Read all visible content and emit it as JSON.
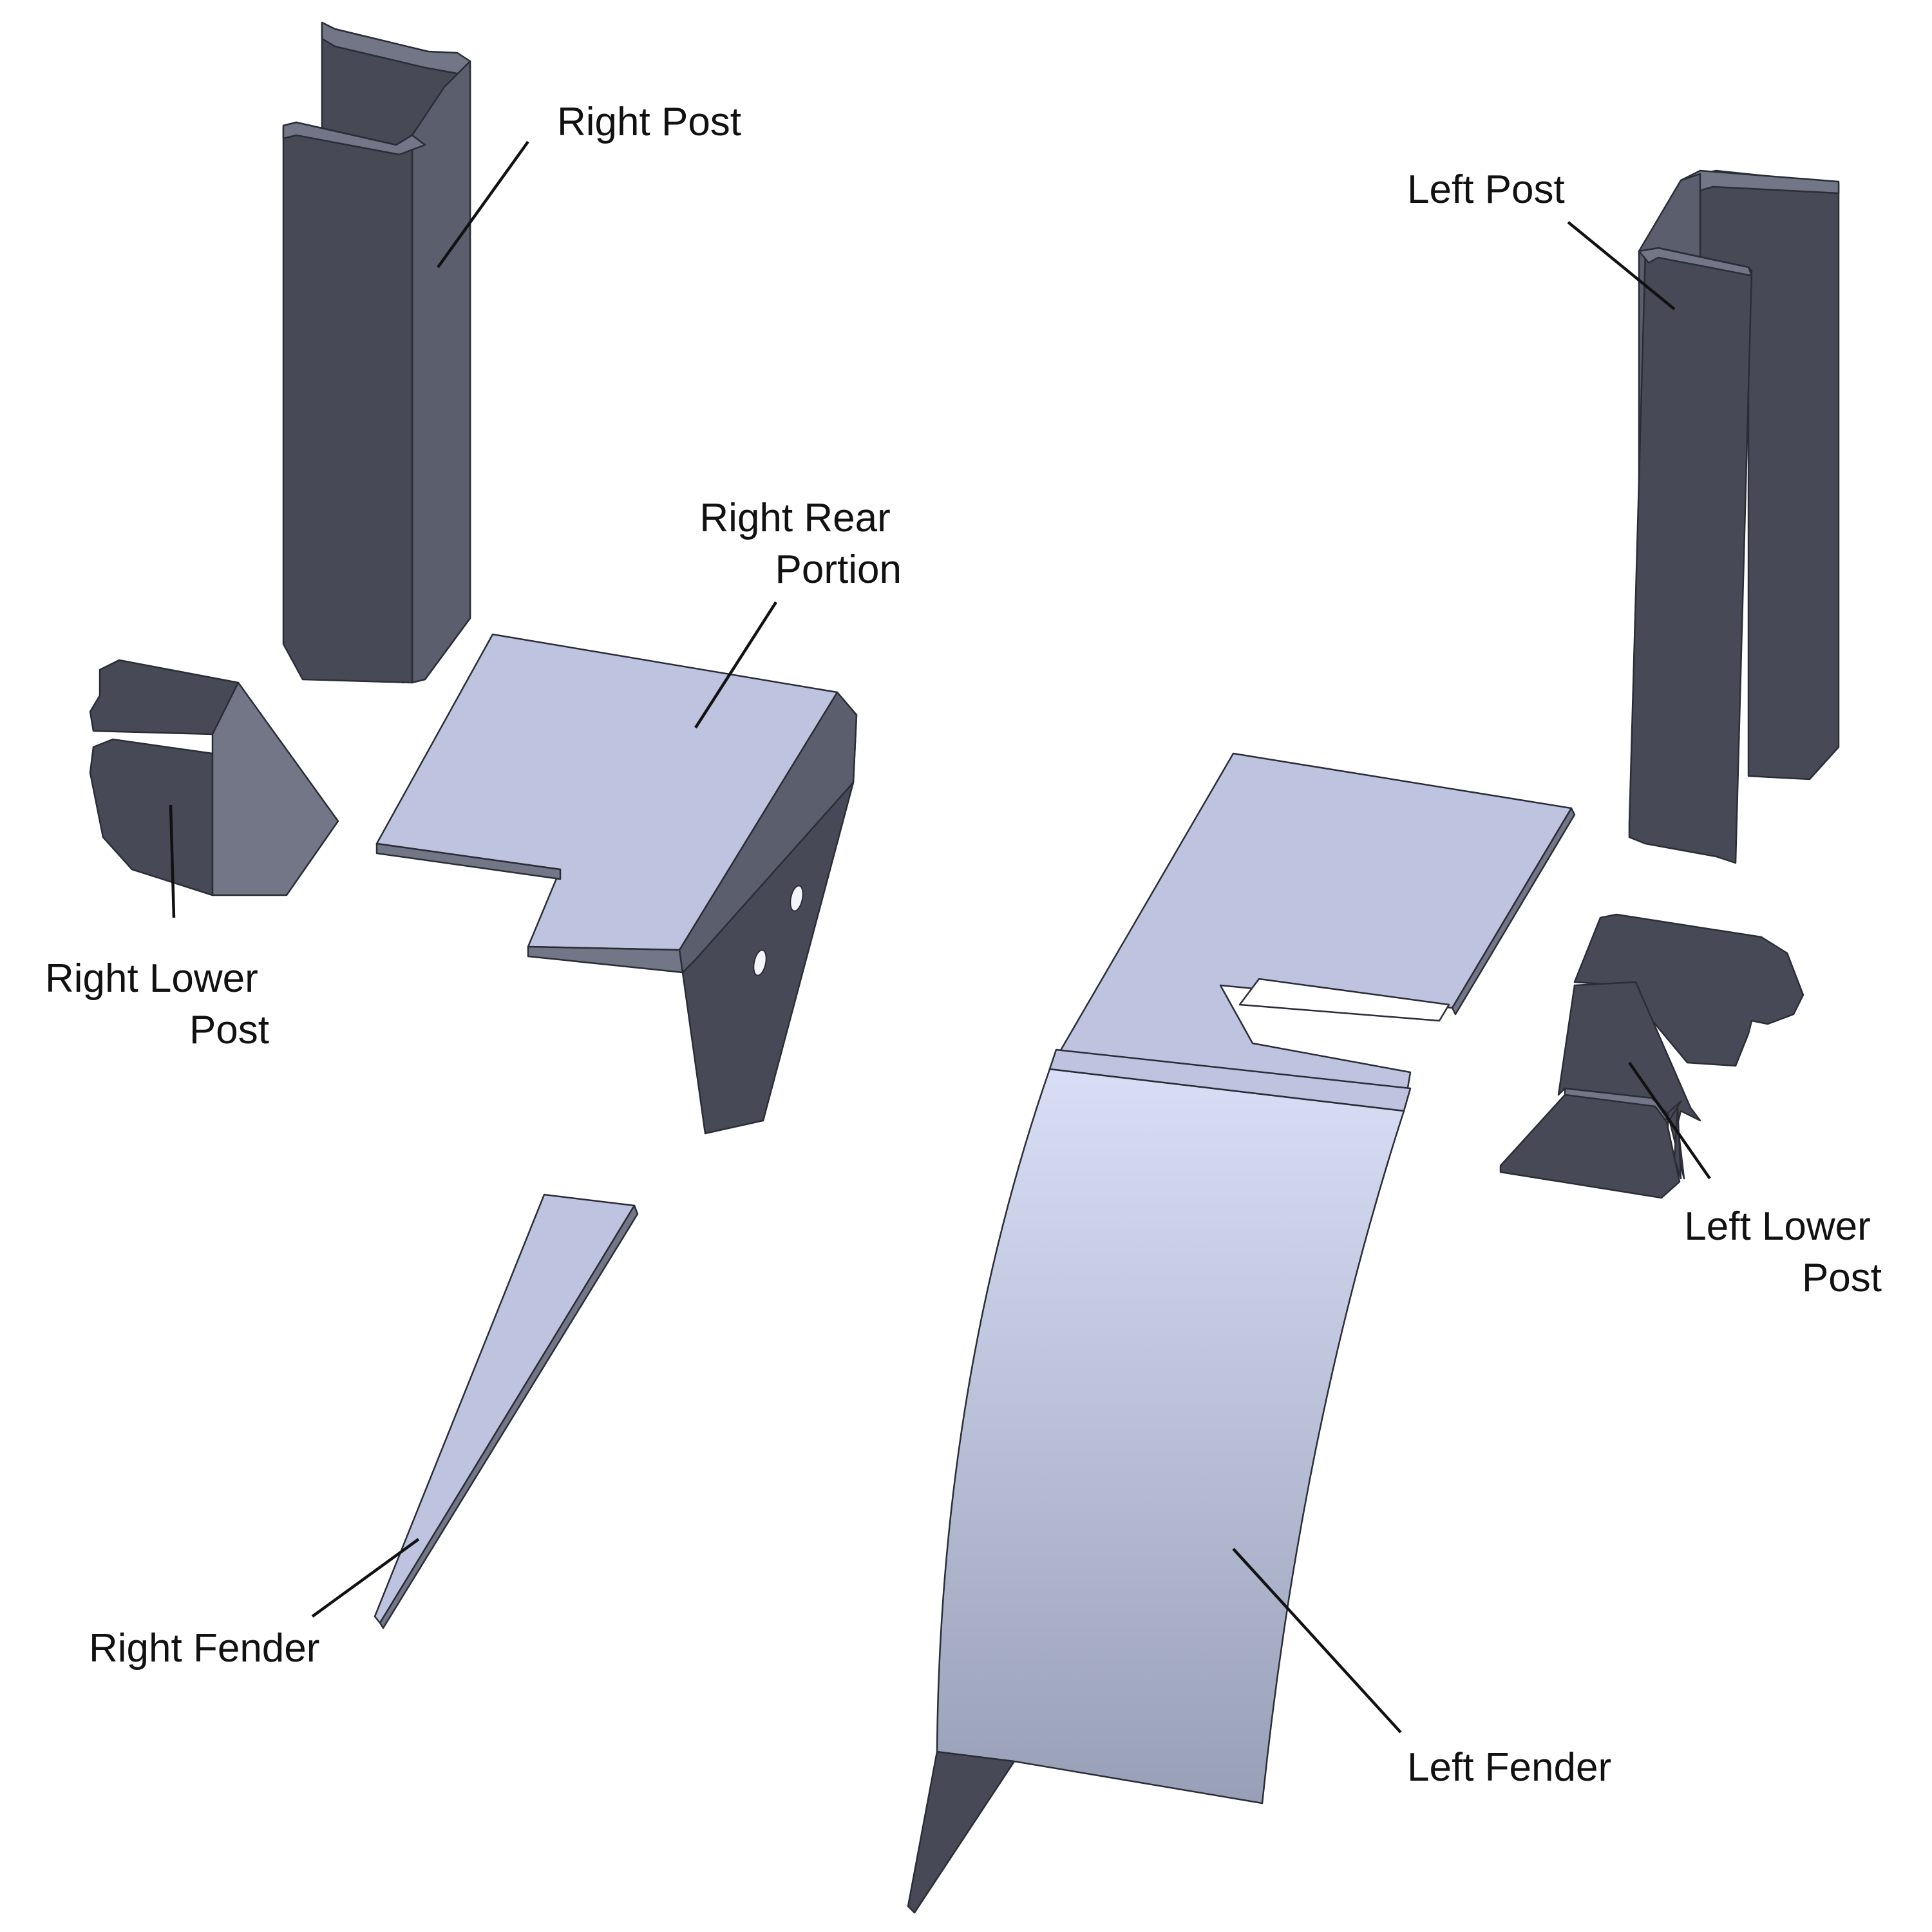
{
  "colors": {
    "background": "#ffffff",
    "dark_face": "#474a56",
    "mid_face": "#5b5e6c",
    "side_face": "#727686",
    "light_top": "#bec4e0",
    "fender_top": "#d8def6",
    "fender_bottom": "#98a0b8",
    "edge": "#2a2d36",
    "label": "#111111"
  },
  "labels": {
    "right_post": [
      "Right Post"
    ],
    "left_post": [
      "Left Post"
    ],
    "right_rear_portion": [
      "Right Rear",
      "Portion"
    ],
    "right_lower_post": [
      "Right Lower",
      "Post"
    ],
    "left_lower_post": [
      "Left Lower",
      "Post"
    ],
    "right_fender": [
      "Right Fender"
    ],
    "left_fender": [
      "Left Fender"
    ]
  }
}
